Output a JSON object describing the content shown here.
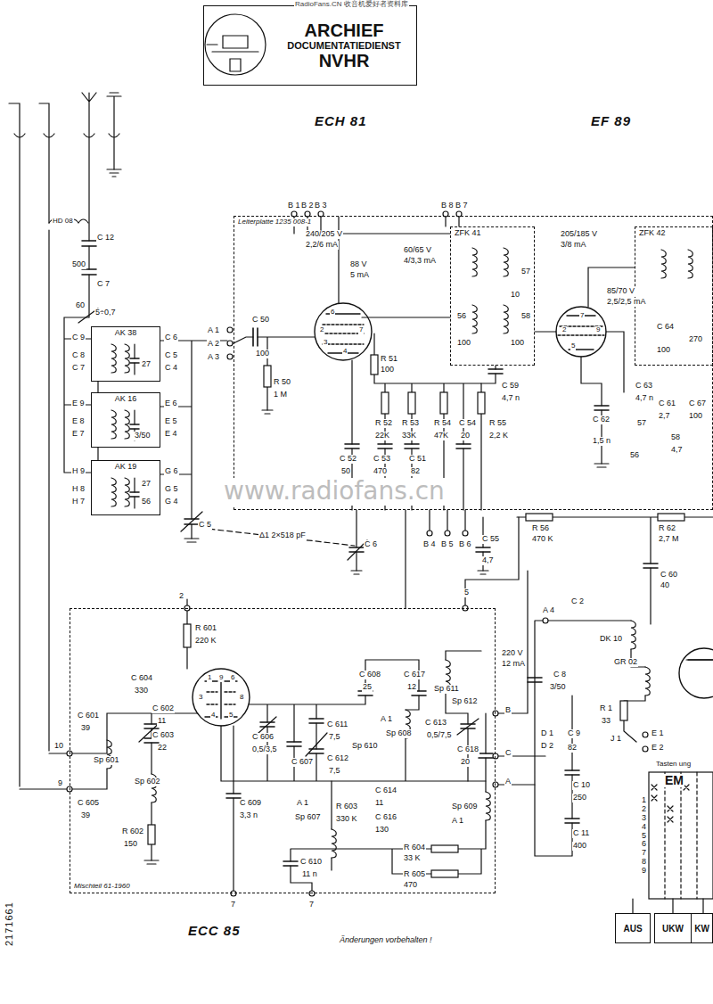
{
  "diagram": {
    "nodes": [
      {
        "text": [
          "ARCHIEF",
          "DOCUMENTATIEDIENST",
          "NVHR"
        ]
      },
      {
        "text": [
          "Leiterplatte 1235 008-1"
        ]
      },
      {
        "text": [
          "ZFK 41"
        ],
        "in": 1
      },
      {
        "text": [
          "ZFK 42"
        ],
        "in": 1
      },
      {
        "text": [
          "AK 38"
        ]
      },
      {
        "text": [
          "AK 16"
        ]
      },
      {
        "text": [
          "AK 19"
        ]
      },
      {
        "text": [
          "Mischteil 61-1960"
        ]
      },
      {
        "text": [
          "AUS"
        ]
      },
      {
        "text": [
          "UKW"
        ]
      },
      {
        "text": [
          "KW"
        ]
      }
    ],
    "edges": [
      {
        "from": 4,
        "to": 5,
        "arrow": "none"
      },
      {
        "from": 5,
        "to": 6,
        "arrow": "none"
      },
      {
        "from": 7,
        "to": 1,
        "arrow": "none"
      }
    ],
    "labels": [
      "RadioFans.CN 收音机爱好者资料库",
      "ECH 81",
      "EF 89",
      "HD 08",
      "C 12",
      "500",
      "C 7",
      "60",
      "5÷0,7",
      "C 9",
      "C 8",
      "C 7",
      "C 6",
      "C 5",
      "C 4",
      "27",
      "E 9",
      "E 8",
      "E 7",
      "E 6",
      "E 5",
      "E 4",
      "3/50",
      "H 9",
      "H 8",
      "H 7",
      "G 6",
      "G 5",
      "G 4",
      "27",
      "56",
      "C 5",
      "Δ1 2×518 pF",
      "C 6",
      "A 1",
      "A 2",
      "A 3",
      "B 1",
      "B 2",
      "B 3",
      "B 8",
      "B 7",
      "240/205 V",
      "2,2/6 mA",
      "60/65 V",
      "4/3,3 mA",
      "88 V",
      "5 mA",
      "C 50",
      "100",
      "R 50",
      "1 M",
      "R 51",
      "100",
      "C 52",
      "50",
      "R 52",
      "22K",
      "R 53",
      "33K",
      "C 53",
      "470",
      "R 54",
      "47K",
      "C 51",
      "82",
      "C 54",
      "20",
      "R 55",
      "2,2 K",
      "C 59",
      "4,7 n",
      "57",
      "10",
      "56",
      "100",
      "58",
      "100",
      "205/185 V",
      "3/8 mA",
      "85/70 V",
      "2,5/2,5 mA",
      "C 64",
      "100",
      "270",
      "C 63",
      "4,7 n",
      "C 62",
      "1,5 n",
      "57",
      "56",
      "C 61",
      "2,7",
      "58",
      "4,7",
      "C 67",
      "100",
      "R 56",
      "470 K",
      "R 62",
      "2,7 M",
      "B 4",
      "B 5",
      "B 6",
      "C 55",
      "4,7",
      "C 60",
      "40",
      "A 4",
      "C 2",
      "DK 10",
      "C 8",
      "3/50",
      "GR 02",
      "R 1",
      "33",
      "D 1",
      "D 2",
      "C 9",
      "82",
      "J 1",
      "E 1",
      "E 2",
      "EM",
      "C 10",
      "250",
      "C 11",
      "400",
      "Tasten ung",
      "1 2 3 4 5 6 7 8 9",
      "2",
      "R 601",
      "220 K",
      "C 604",
      "330",
      "C 602",
      "11",
      "C 603",
      "22",
      "C 601",
      "39",
      "Sp 601",
      "Sp 602",
      "C 605",
      "39",
      "R 602",
      "150",
      "10",
      "9",
      "C 606",
      "0,5/3,5",
      "C 607",
      "C 609",
      "3,3 n",
      "C 608",
      "25",
      "C 617",
      "12",
      "C 611",
      "7,5",
      "C 612",
      "7,5",
      "Sp 610",
      "R 603",
      "330 K",
      "C 614",
      "11",
      "C 616",
      "130",
      "Sp 607",
      "A 1",
      "Sp 608",
      "A 1",
      "Sp 611",
      "Sp 612",
      "C 613",
      "0,5/7,5",
      "C 618",
      "20",
      "Sp 609",
      "A 1",
      "B",
      "C",
      "A",
      "5",
      "220 V",
      "12 mA",
      "C 610",
      "11 n",
      "R 604",
      "33 K",
      "R 605",
      "470",
      "7",
      "7",
      "ECC 85",
      "Änderungen vorbehalten !",
      "2171661",
      "www.radiofans.cn",
      "6",
      "7",
      "2",
      "3",
      "4",
      "7",
      "9",
      "2",
      "5",
      "1",
      "9",
      "6",
      "3",
      "4",
      "5",
      "8"
    ]
  }
}
